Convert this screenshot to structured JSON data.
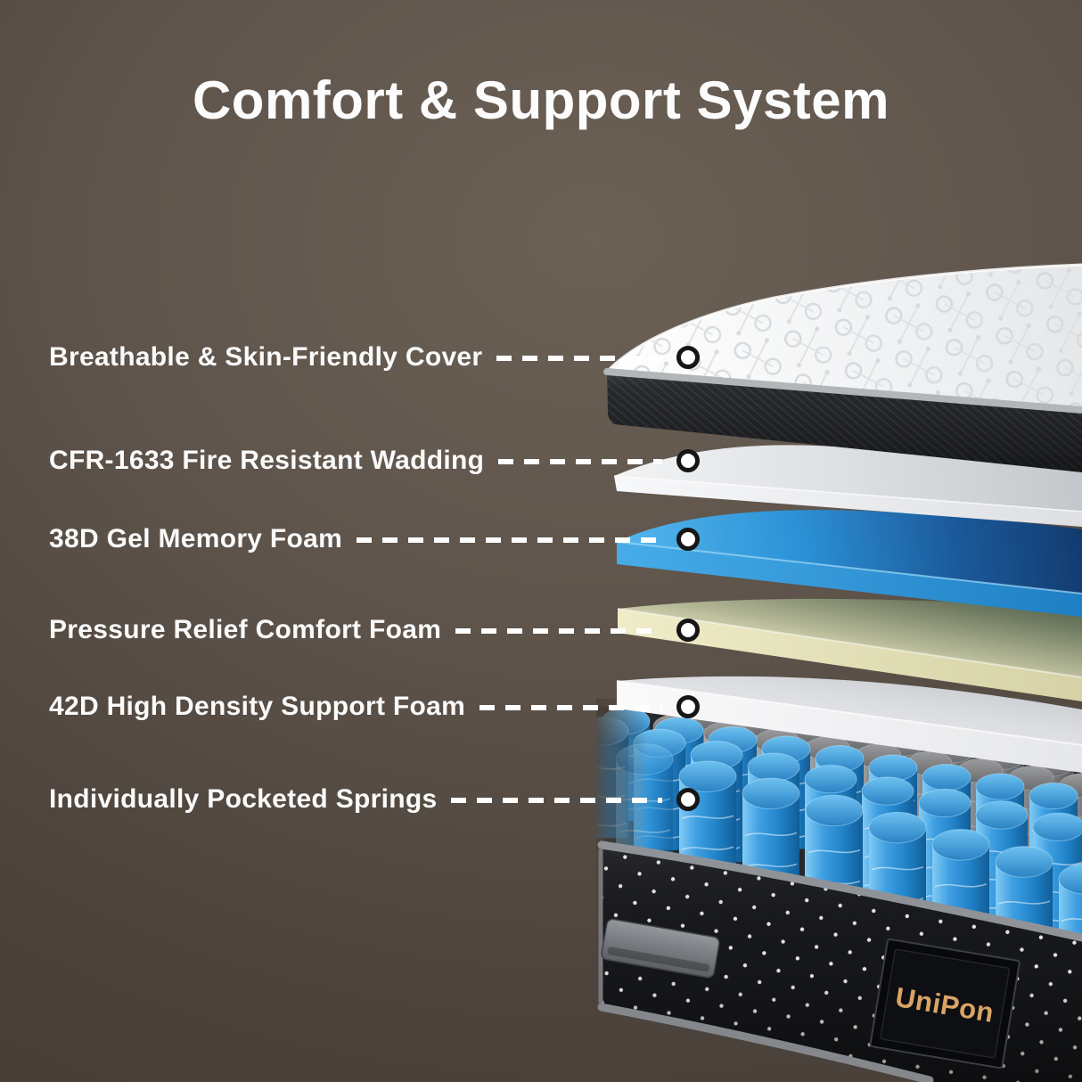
{
  "title": "Comfort & Support System",
  "brand": "UniPon",
  "callouts": [
    {
      "label": "Breathable & Skin-Friendly Cover"
    },
    {
      "label": "CFR-1633 Fire Resistant Wadding"
    },
    {
      "label": "38D Gel Memory Foam"
    },
    {
      "label": "Pressure Relief Comfort Foam"
    },
    {
      "label": "42D High Density Support Foam"
    },
    {
      "label": "Individually Pocketed Springs"
    }
  ],
  "layers": [
    {
      "name": "quilted-cover",
      "color": "#ffffff"
    },
    {
      "name": "fire-resistant-wadding",
      "color": "#eef0f2"
    },
    {
      "name": "gel-memory-foam",
      "color": "#2e93da"
    },
    {
      "name": "comfort-foam",
      "color": "#efecc8"
    },
    {
      "name": "high-density-support-foam",
      "color": "#f4f4f6"
    },
    {
      "name": "pocketed-springs",
      "color": "#2e8fd6"
    }
  ],
  "colors": {
    "background": "#584e45",
    "title_text": "#fcfcfc",
    "label_text": "#fafafa",
    "dash": "#ffffff",
    "marker_fill": "#ffffff",
    "marker_ring": "#161616",
    "cover_band": "#24262a",
    "piping_silver": "#b2b6b9",
    "foam_blue_bright": "#3aa4e5",
    "foam_blue_dark": "#123a6e",
    "foam_cream": "#f2f0cf",
    "foam_cream_shadow": "#55604c",
    "spring_blue": "#2e8fd6",
    "spring_gray": "#85878a",
    "base_fabric": "#16171a",
    "base_dots": "#e9e9e9",
    "base_piping": "#8f9398",
    "handle_gray": "#7c7f84",
    "brand_gold": "#d9a466",
    "brand_plate": "#0c0d10"
  }
}
